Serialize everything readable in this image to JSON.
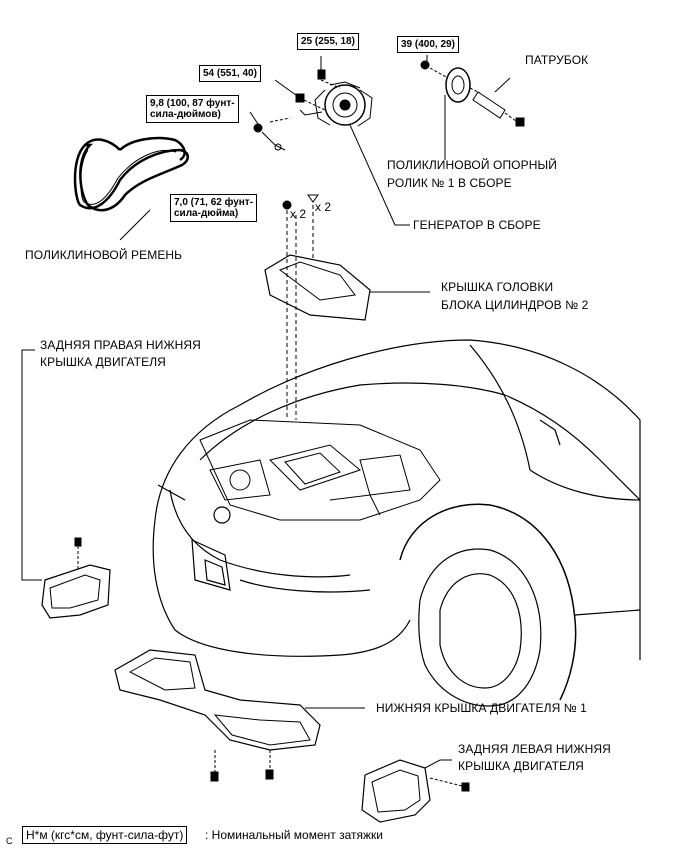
{
  "labels": {
    "patrubok": "ПАТРУБОК",
    "idler_line1": "ПОЛИКЛИНОВОЙ ОПОРНЫЙ",
    "idler_line2": "РОЛИК № 1 В СБОРЕ",
    "generator": "ГЕНЕРАТОР В СБОРЕ",
    "belt": "ПОЛИКЛИНОВОЙ РЕМЕНЬ",
    "head_cover_line1": "КРЫШКА ГОЛОВКИ",
    "head_cover_line2": "БЛОКА ЦИЛИНДРОВ № 2",
    "rear_right_line1": "ЗАДНЯЯ ПРАВАЯ НИЖНЯЯ",
    "rear_right_line2": "КРЫШКА ДВИГАТЕЛЯ",
    "under_cover_1": "НИЖНЯЯ КРЫШКА ДВИГАТЕЛЯ № 1",
    "rear_left_line1": "ЗАДНЯЯ ЛЕВАЯ НИЖНЯЯ",
    "rear_left_line2": "КРЫШКА ДВИГАТЕЛЯ"
  },
  "torques": {
    "t25": "25 (255, 18)",
    "t39": "39 (400, 29)",
    "t54": "54 (551, 40)",
    "t98_line1": "9,8 (100, 87 фунт-",
    "t98_line2": "сила-дюймов)",
    "t70_line1": "7,0 (71, 62 фунт-",
    "t70_line2": "сила-дюйма)"
  },
  "multipliers": {
    "a": "x 2",
    "b": "x 2"
  },
  "legend": {
    "box": "Н*м (кгс*см, фунт-сила-фут)",
    "text": ": Номинальный момент затяжки"
  },
  "corner_mark": "C"
}
